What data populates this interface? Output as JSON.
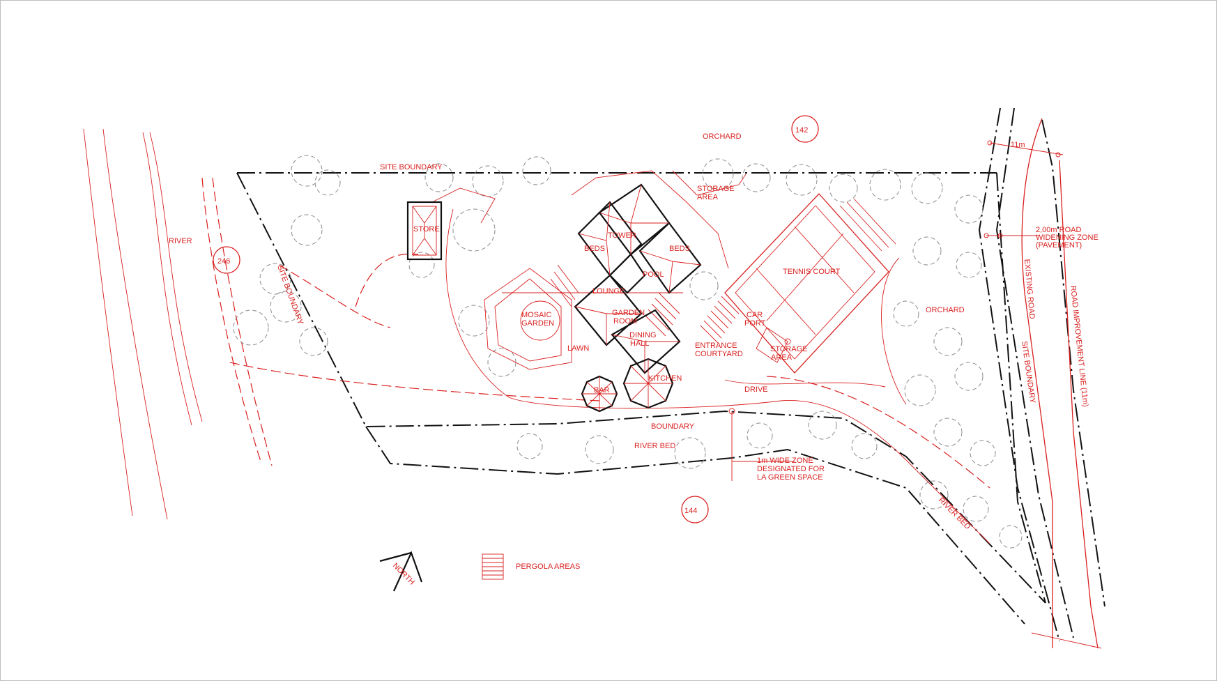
{
  "labels": {
    "orchard_top": "ORCHARD",
    "plot_142": "142",
    "site_boundary_top": "SITE BOUNDARY",
    "storage_area_top_1": "STORAGE",
    "storage_area_top_2": "AREA",
    "river": "RIVER",
    "plot_246": "246",
    "site_boundary_left": "SITE BOUNDARY",
    "store": "STORE",
    "tower": "TOWER",
    "beds_left": "BEDS",
    "beds_right": "BEDS",
    "pool": "POOL",
    "lounge": "LOUNGE",
    "garden_room_1": "GARDEN",
    "garden_room_2": "ROOM",
    "mosaic_garden_1": "MOSAIC",
    "mosaic_garden_2": "GARDEN",
    "dining_hall_1": "DINING",
    "dining_hall_2": "HALL",
    "lawn": "LAWN",
    "kitchen": "KITCHEN",
    "bar": "BAR",
    "entrance_courtyard_1": "ENTRANCE",
    "entrance_courtyard_2": "COURTYARD",
    "car_port_1": "CAR",
    "car_port_2": "PORT",
    "storage_area_2_1": "STORAGE",
    "storage_area_2_2": "AREA",
    "tennis_court": "TENNIS COURT",
    "drive": "DRIVE",
    "orchard_right": "ORCHARD",
    "boundary": "BOUNDARY",
    "river_bed": "RIVER BED",
    "river_bed_2": "RIVER BED",
    "green_zone_1": "1m WIDE ZONE",
    "green_zone_2": "DESIGNATED FOR",
    "green_zone_3": "LA GREEN SPACE",
    "plot_144": "144",
    "north": "NORTH",
    "pergola_legend": "PERGOLA AREAS",
    "dim_11m": "11m",
    "road_widening_1": "2,00m ROAD",
    "road_widening_2": "WIDENING ZONE",
    "road_widening_3": "(PAVEMENT)",
    "existing_road": "EXISTING ROAD",
    "site_boundary_right": "SITE BOUNDARY",
    "road_improvement": "ROAD IMPROVEMENT LINE (11m)"
  },
  "colors": {
    "linework": "#d9201f",
    "buildings": "#111111",
    "trees": "#8a8a8a",
    "frame": "#bdbdbd"
  }
}
